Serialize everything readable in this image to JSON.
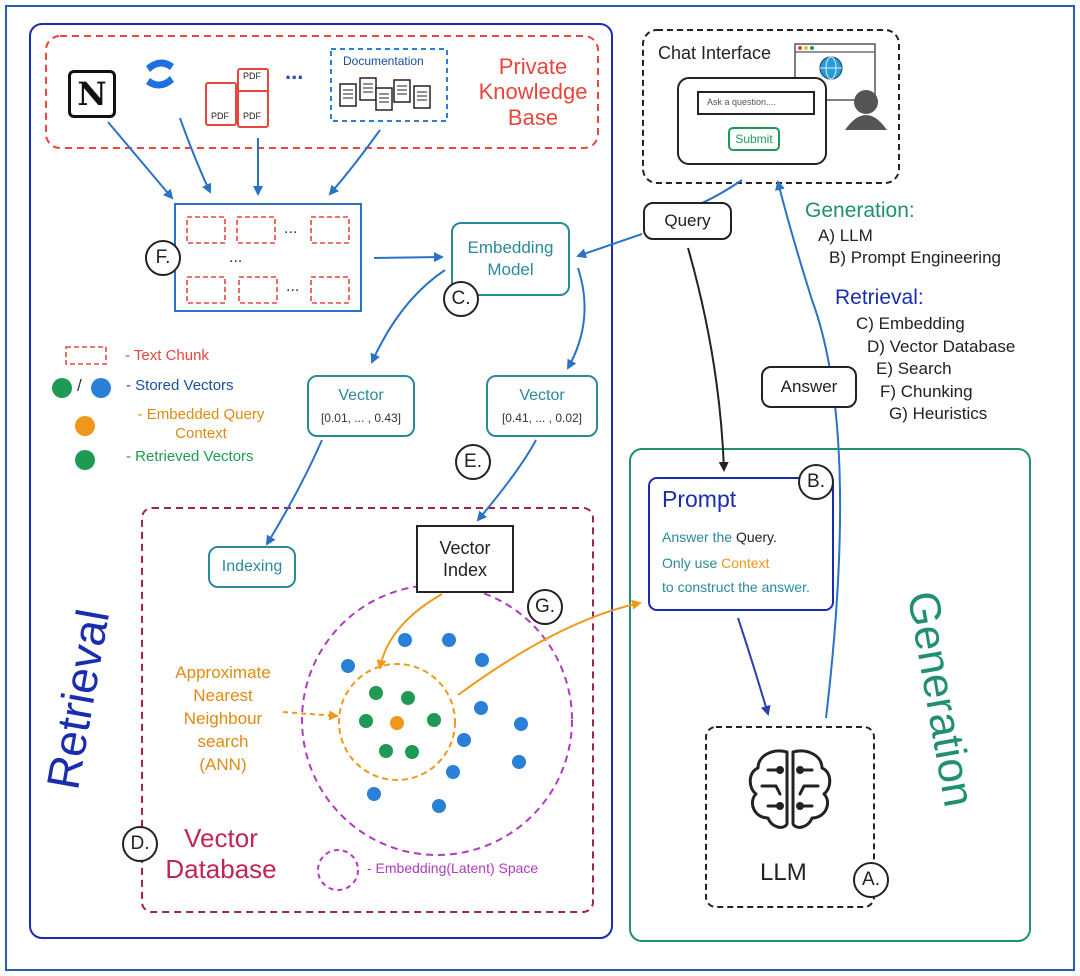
{
  "knowledge_base": {
    "title": "Private\nKnowledge\nBase",
    "notion_letter": "N",
    "pdf_label": "PDF",
    "ellipsis": "...",
    "doc_label": "Documentation"
  },
  "chunks": {
    "ellipsis": "...",
    "marker": "F."
  },
  "embedding": {
    "label": "Embedding\nModel",
    "marker": "C."
  },
  "legend": {
    "text_chunk": "- Text Chunk",
    "slash": "/",
    "stored": "- Stored Vectors",
    "query_ctx": "- Embedded Query\nContext",
    "retrieved": "- Retrieved Vectors",
    "latent": "- Embedding(Latent) Space"
  },
  "vectors": {
    "left": {
      "title": "Vector",
      "value": "[0.01, ... , 0.43]"
    },
    "right": {
      "title": "Vector",
      "value": "[0.41, ... , 0.02]"
    },
    "marker_e": "E."
  },
  "vector_db": {
    "indexing": "Indexing",
    "index": "Vector\nIndex",
    "marker_g": "G.",
    "ann": "Approximate\nNearest\nNeighbour\nsearch\n(ANN)",
    "title": "Vector\nDatabase",
    "marker_d": "D."
  },
  "retrieval_label": "Retrieval",
  "chat": {
    "title": "Chat Interface",
    "placeholder": "Ask a question....",
    "submit": "Submit"
  },
  "flow": {
    "query": "Query",
    "answer": "Answer"
  },
  "summary": {
    "generation_heading": "Generation:",
    "generation_items": [
      "A) LLM",
      "B) Prompt Engineering"
    ],
    "retrieval_heading": "Retrieval:",
    "retrieval_items": [
      "C) Embedding",
      "D) Vector Database",
      "E) Search",
      "F) Chunking",
      "G) Heuristics"
    ]
  },
  "prompt": {
    "marker": "B.",
    "title": "Prompt",
    "line1_a": "Answer the ",
    "line1_b": "Query",
    "line1_c": ".",
    "line2_a": "Only use ",
    "line2_b": "Context",
    "line3": "to construct the answer."
  },
  "llm": {
    "label": "LLM",
    "marker": "A."
  },
  "generation_label": "Generation",
  "colors": {
    "red": "#e8453c",
    "navy": "#1a2db0",
    "teal": "#2a8a9a",
    "green": "#1f9a55",
    "orange": "#f0981a",
    "purple": "#b03ac0",
    "blue": "#2a7fd6",
    "crimson": "#c0245a",
    "dark_teal": "#1f9070"
  }
}
